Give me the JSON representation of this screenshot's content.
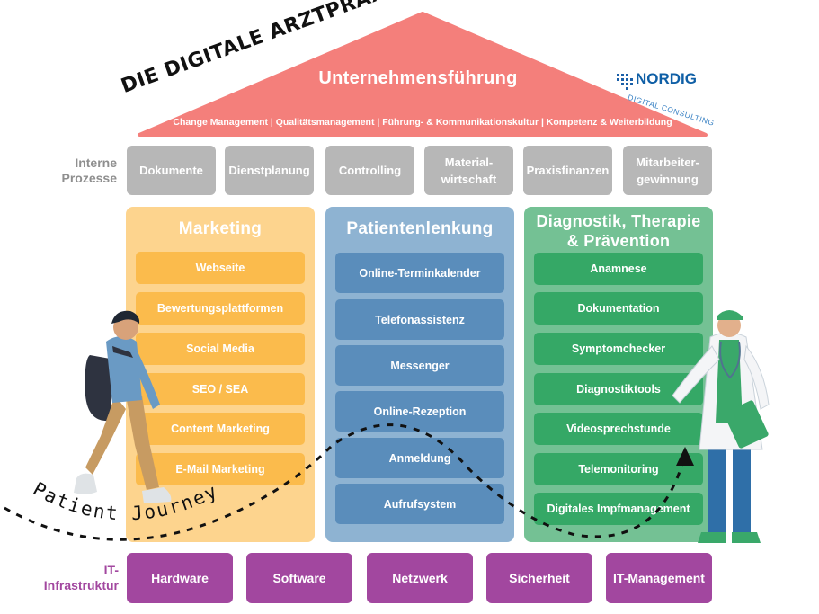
{
  "slogan": "DIE DIGITALE ARZTPRAXIS",
  "roof": {
    "title": "Unternehmensführung",
    "subtitle": "Change Management | Qualitätsmanagement | Führung- & Kommunikationskultur | Kompetenz & Weiterbildung"
  },
  "logo": {
    "name": "NORDIG",
    "tagline": "DIGITAL CONSULTING"
  },
  "interne_prozesse": {
    "label_line1": "Interne",
    "label_line2": "Prozesse",
    "items": [
      {
        "line1": "Dokumente",
        "line2": ""
      },
      {
        "line1": "Dienstplanung",
        "line2": ""
      },
      {
        "line1": "Controlling",
        "line2": ""
      },
      {
        "line1": "Material-",
        "line2": "wirtschaft"
      },
      {
        "line1": "Praxisfinanzen",
        "line2": ""
      },
      {
        "line1": "Mitarbeiter-",
        "line2": "gewinnung"
      }
    ]
  },
  "pillars": [
    {
      "title_line1": "Marketing",
      "title_line2": "",
      "items": [
        "Webseite",
        "Bewertungsplattformen",
        "Social Media",
        "SEO / SEA",
        "Content Marketing",
        "E-Mail Marketing"
      ]
    },
    {
      "title_line1": "Patientenlenkung",
      "title_line2": "",
      "items": [
        "Online-Terminkalender",
        "Telefonassistenz",
        "Messenger",
        "Online-Rezeption",
        "Anmeldung",
        "Aufrufsystem"
      ]
    },
    {
      "title_line1": "Diagnostik, Therapie",
      "title_line2": "& Prävention",
      "items": [
        "Anamnese",
        "Dokumentation",
        "Symptomchecker",
        "Diagnostiktools",
        "Videosprechstunde",
        "Telemonitoring",
        "Digitales Impfmanagement"
      ]
    }
  ],
  "journey_label": "Patient Journey",
  "it_infrastruktur": {
    "label_line1": "IT-",
    "label_line2": "Infrastruktur",
    "items": [
      "Hardware",
      "Software",
      "Netzwerk",
      "Sicherheit",
      "IT-Management"
    ]
  },
  "colors": {
    "roof": "#f47f7b",
    "process": "#b7b7b7",
    "marketing_bg": "#fdd48e",
    "marketing_item": "#fbbb4c",
    "lenkung_bg": "#8eb3d2",
    "lenkung_item": "#5a8dbb",
    "diagnostik_bg": "#74c194",
    "diagnostik_item": "#35a866",
    "infra": "#a2479f"
  }
}
